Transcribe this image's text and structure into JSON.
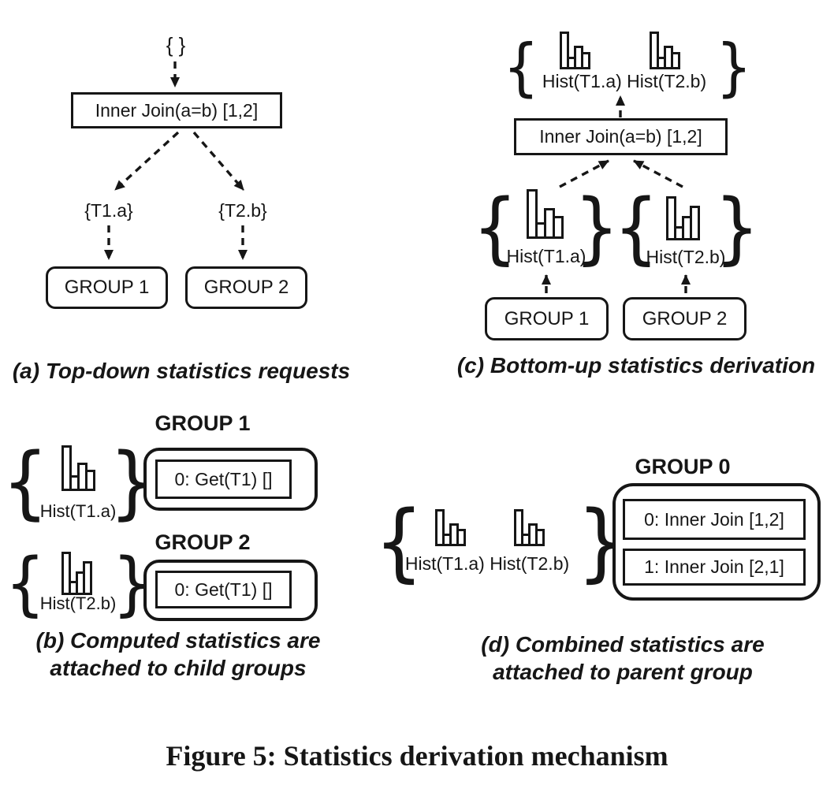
{
  "figure": {
    "caption": "Figure 5: Statistics derivation mechanism"
  },
  "glyphs": {
    "brace_open": "{",
    "brace_close": "}"
  },
  "hist_icons": {
    "variant_a": [
      100,
      34,
      62,
      46
    ],
    "variant_b": [
      100,
      33,
      55,
      78
    ]
  },
  "panel_a": {
    "caption": "(a) Top-down statistics requests",
    "root_request": "{ }",
    "join_label": "Inner Join(a=b) [1,2]",
    "left_request": "{T1.a}",
    "right_request": "{T2.b}",
    "group1_label": "GROUP 1",
    "group2_label": "GROUP 2"
  },
  "panel_c": {
    "caption": "(c) Bottom-up statistics derivation",
    "top_hist_labels": "Hist(T1.a) Hist(T2.b)",
    "join_label": "Inner Join(a=b) [1,2]",
    "left_hist_label": "Hist(T1.a)",
    "right_hist_label": "Hist(T2.b)",
    "group1_label": "GROUP 1",
    "group2_label": "GROUP 2"
  },
  "panel_b": {
    "caption_line1": "(b) Computed statistics are",
    "caption_line2": "attached to child groups",
    "group1_title": "GROUP 1",
    "group2_title": "GROUP 2",
    "hist1_label": "Hist(T1.a)",
    "hist2_label": "Hist(T2.b)",
    "group1_op": "0: Get(T1) []",
    "group2_op": "0: Get(T1) []"
  },
  "panel_d": {
    "caption_line1": "(d) Combined statistics are",
    "caption_line2": "attached to parent group",
    "group0_title": "GROUP 0",
    "hist1_label": "Hist(T1.a)",
    "hist2_label": "Hist(T2.b)",
    "op1": "0: Inner Join [1,2]",
    "op2": "1: Inner Join [2,1]"
  }
}
